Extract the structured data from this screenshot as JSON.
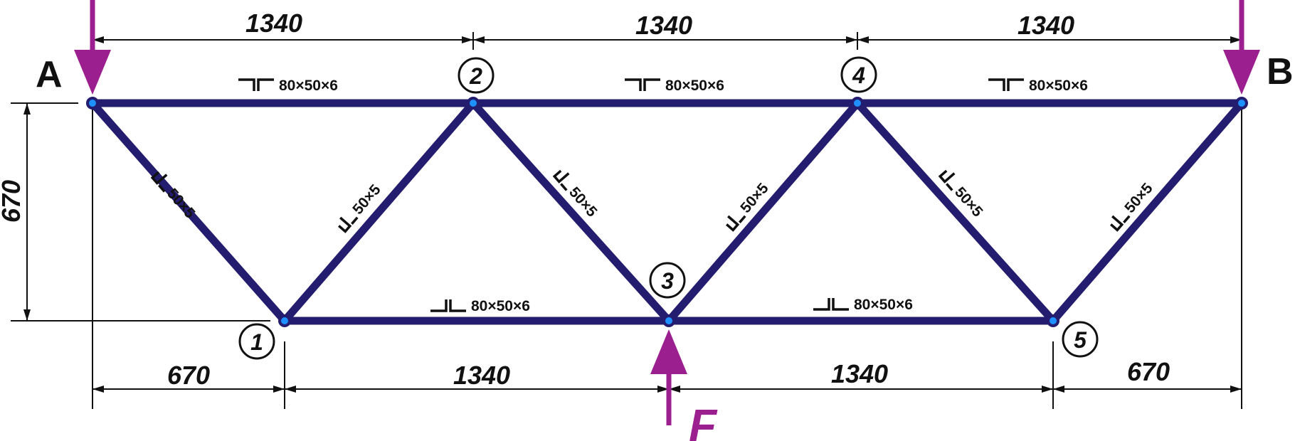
{
  "supports": {
    "a": "A",
    "b": "B"
  },
  "force": {
    "label": "F",
    "color": "#9b1f8f"
  },
  "nodes": [
    "1",
    "2",
    "3",
    "4",
    "5"
  ],
  "dimensions": {
    "top": [
      "1340",
      "1340",
      "1340"
    ],
    "bottom": [
      "670",
      "1340",
      "1340",
      "670"
    ],
    "height": "670"
  },
  "profiles": {
    "top_chord": "80×50×6",
    "bottom_chord": "80×50×6",
    "web": "50×5"
  },
  "colors": {
    "member": "#241c6e",
    "joint": "#1e90ff",
    "arrow": "#9b1f8f"
  }
}
